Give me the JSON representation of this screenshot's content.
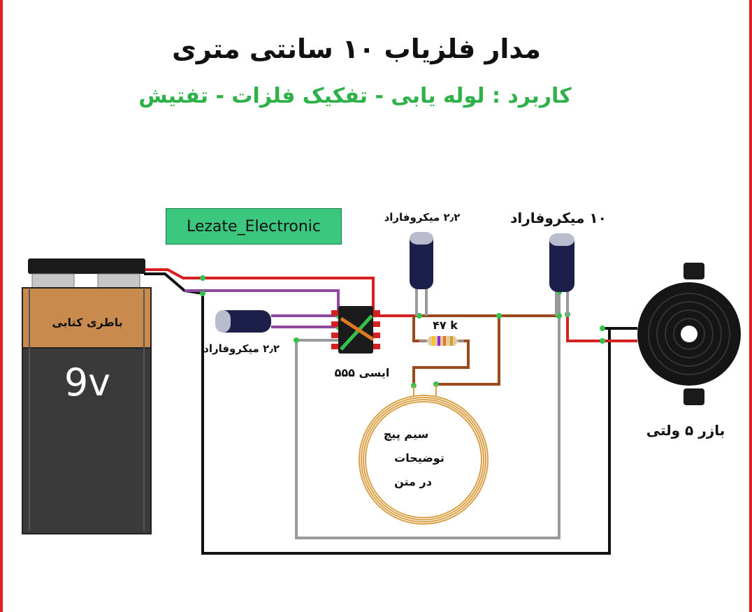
{
  "title": "مدار فلزیاب ۱۰ سانتی متری",
  "subtitle": "کاربرد : لوله یابی - تفکیک فلزات - تفتیش",
  "watermark": "Lezate_Electronic",
  "battery": {
    "label": "باطری کتابی",
    "voltage": "9v"
  },
  "ic": {
    "label": "ایسی ۵۵۵"
  },
  "capacitors": {
    "left_label": "۲٫۲ میکروفاراد",
    "top_middle_label": "۲٫۲ میکروفاراد",
    "top_right_label": "۱۰ میکروفاراد"
  },
  "resistor": {
    "label": "۴۷ k"
  },
  "coil": {
    "line1": "سیم پیچ",
    "line2": "توضیحات",
    "line3": "در متن"
  },
  "buzzer": {
    "label": "بازر ۵ ولتی"
  },
  "colors": {
    "wire_red": "#d62020",
    "wire_black": "#111111",
    "wire_brown": "#9a4a1c",
    "wire_purple": "#8f4aa0",
    "wire_gray": "#9a9a9a",
    "battery_top": "#c98a4e",
    "battery_bottom": "#3a3a3a",
    "accent_green": "#2fb14a",
    "coil": "#d9a046"
  }
}
